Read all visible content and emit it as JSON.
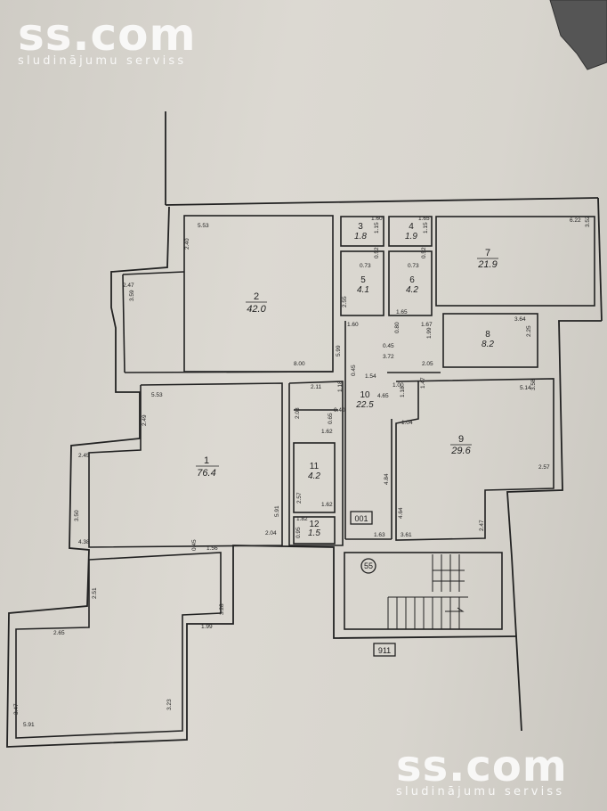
{
  "watermark": {
    "brand": "ss.com",
    "tagline": "sludinājumu serviss"
  },
  "rooms": [
    {
      "number": "1",
      "area": "76.4"
    },
    {
      "number": "2",
      "area": "42.0"
    },
    {
      "number": "3",
      "area": "1.8"
    },
    {
      "number": "4",
      "area": "1.9"
    },
    {
      "number": "5",
      "area": "4.1"
    },
    {
      "number": "6",
      "area": "4.2"
    },
    {
      "number": "7",
      "area": "21.9"
    },
    {
      "number": "8",
      "area": "8.2"
    },
    {
      "number": "9",
      "area": "29.6"
    },
    {
      "number": "10",
      "area": "22.5"
    },
    {
      "number": "11",
      "area": "4.2"
    },
    {
      "number": "12",
      "area": "1.5"
    }
  ],
  "tags": {
    "box_001": "001",
    "box_911": "911",
    "circle_55": "55"
  },
  "dimensions": [
    "5.53",
    "2.40",
    "2.47",
    "3.59",
    "8.00",
    "5.99",
    "1.60",
    "1.15",
    "0.73",
    "0.52",
    "1.65",
    "1.15",
    "0.73",
    "0.52",
    "2.55",
    "1.60",
    "1.65",
    "0.80",
    "0.45",
    "3.72",
    "1.54",
    "6.22",
    "3.52",
    "3.64",
    "2.25",
    "1.67",
    "1.99",
    "2.05",
    "0.45",
    "1.18",
    "2.11",
    "0.40",
    "0.65",
    "4.65",
    "1.00",
    "1.18",
    "1.47",
    "5.53",
    "2.49",
    "2.45",
    "3.50",
    "4.38",
    "0.45",
    "1.56",
    "5.91",
    "2.04",
    "2.03",
    "1.62",
    "2.57",
    "1.62",
    "1.82",
    "0.95",
    "1.04",
    "4.84",
    "4.64",
    "1.63",
    "3.61",
    "2.47",
    "5.14",
    "3.58",
    "2.57",
    "2.51",
    "2.65",
    "1.99",
    "3.28",
    "3.47",
    "5.91",
    "3.23"
  ]
}
